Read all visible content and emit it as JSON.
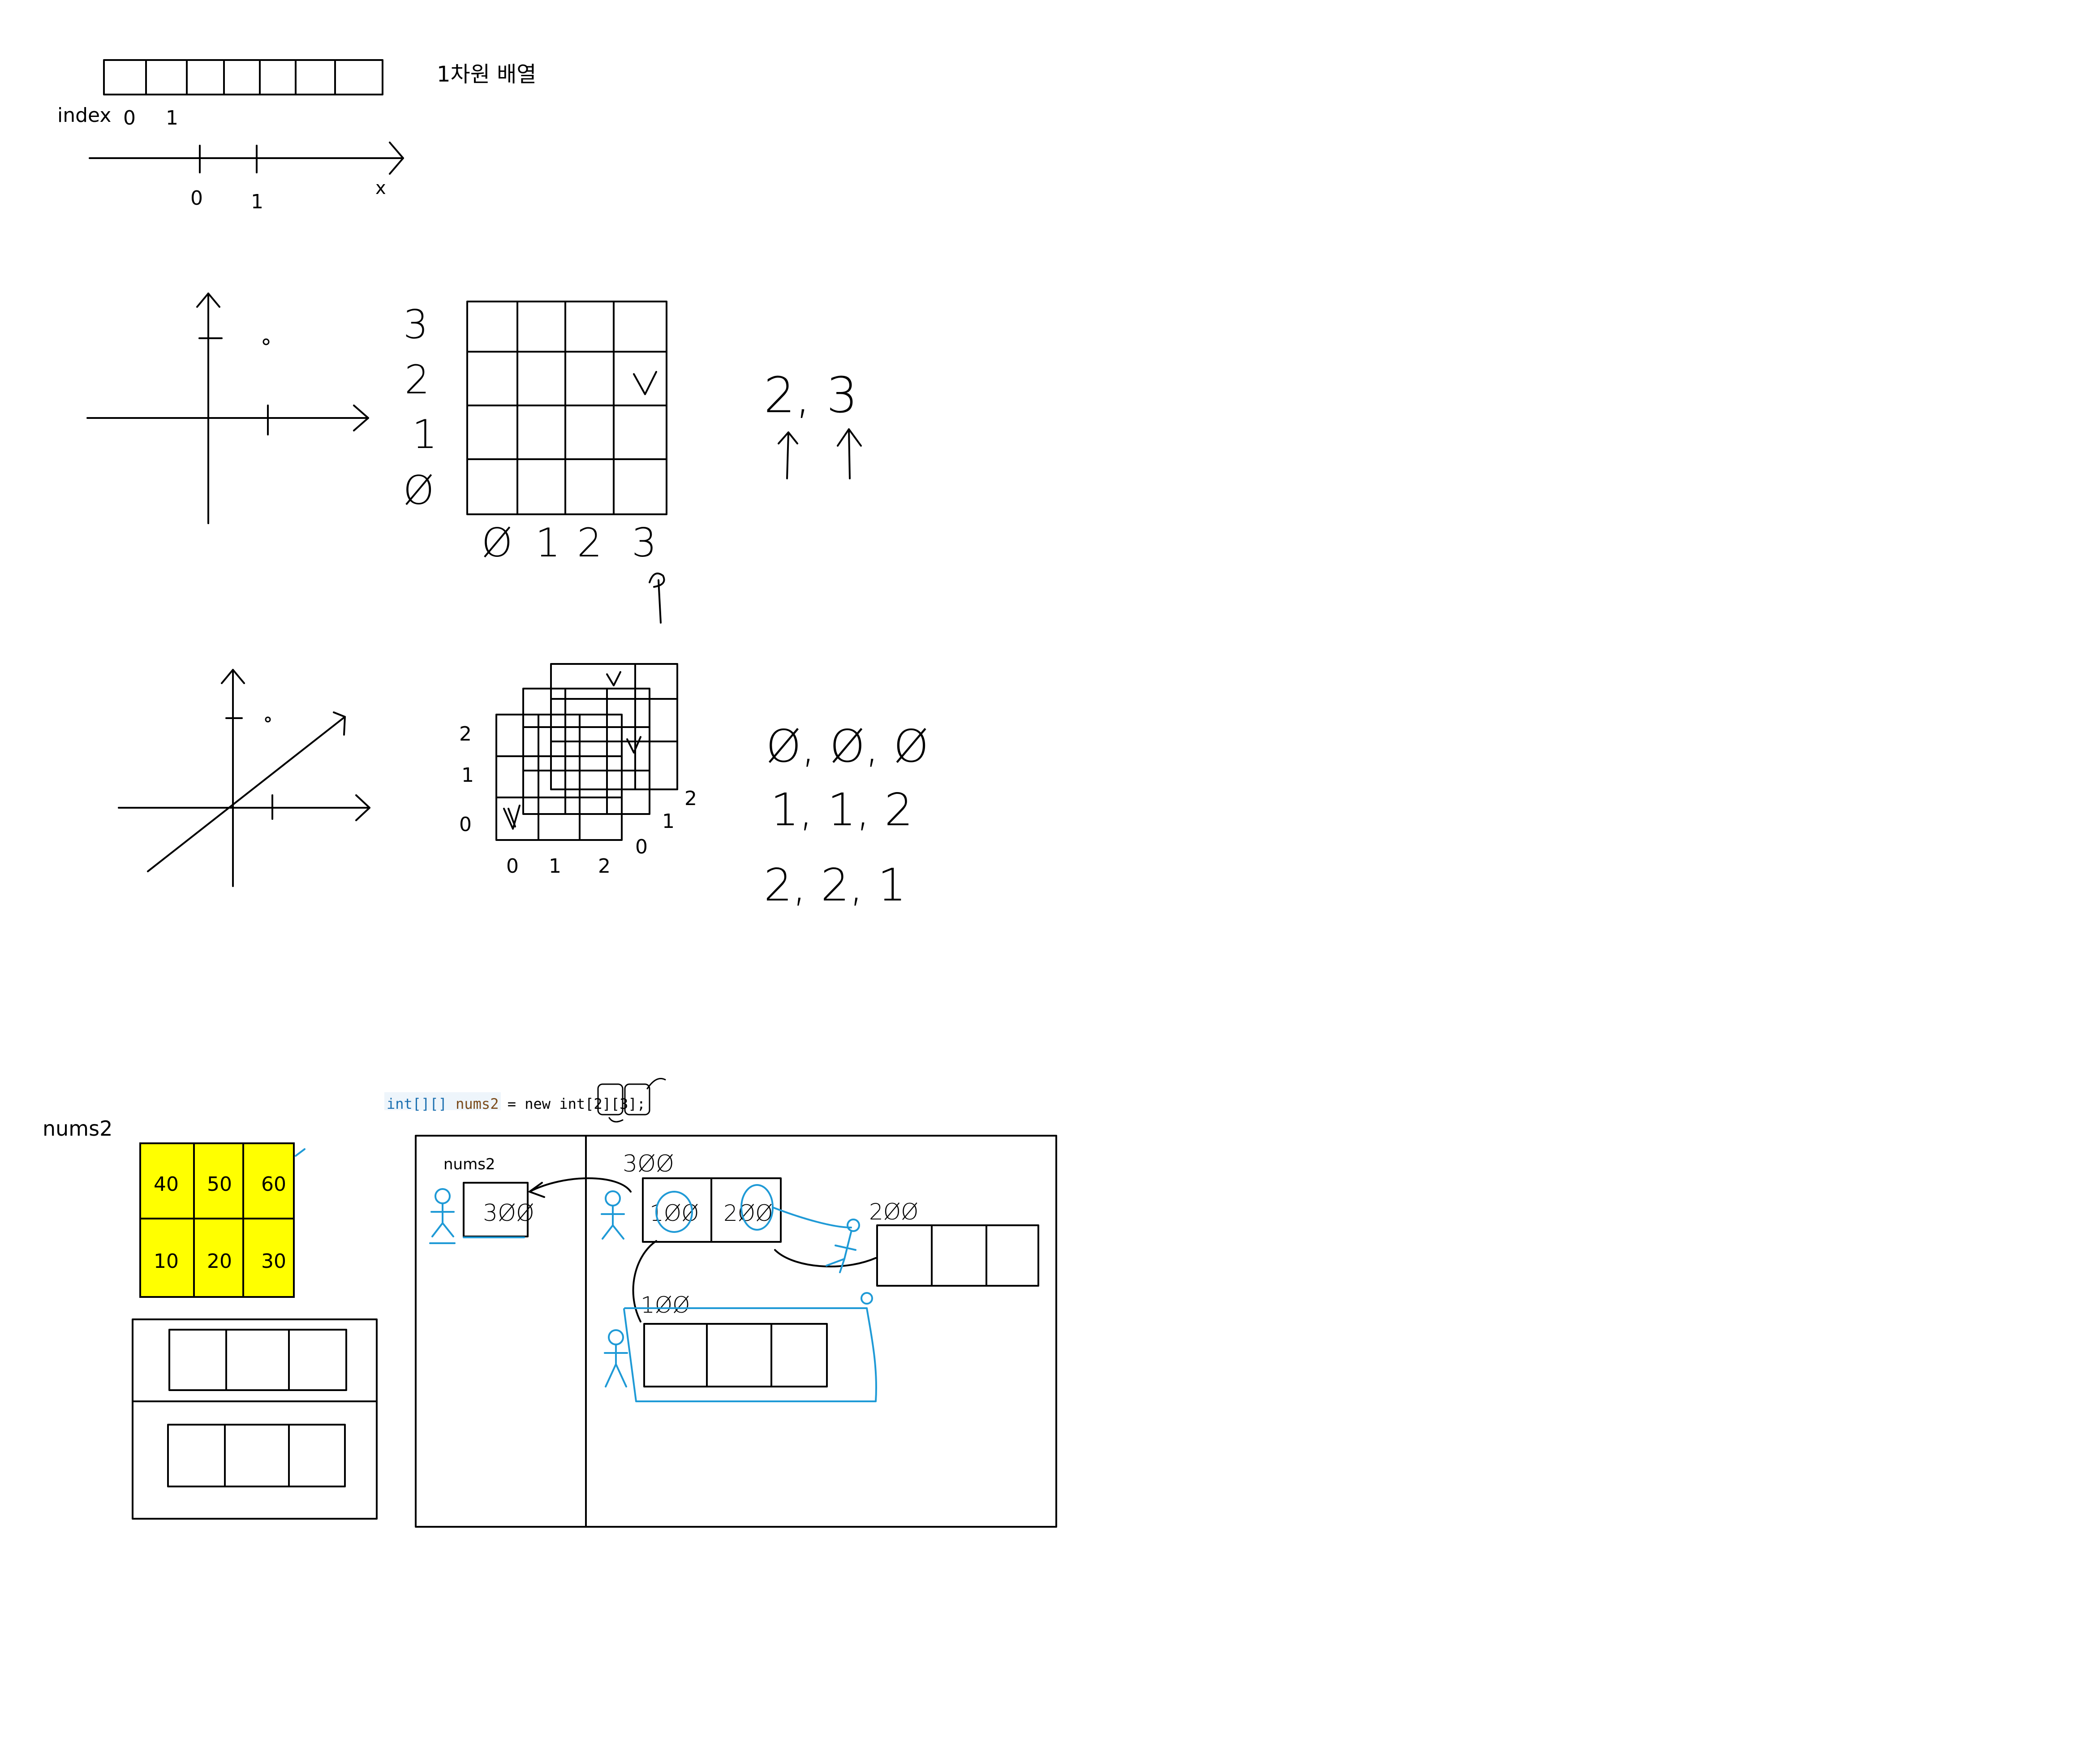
{
  "one_d": {
    "title": "1차원 배열",
    "index_label": "index",
    "index_values": [
      "0",
      "1"
    ],
    "axis_ticks": [
      "0",
      "1"
    ],
    "axis_name": "x"
  },
  "two_d": {
    "row_labels": [
      "3",
      "2",
      "1",
      "Ø"
    ],
    "col_labels": [
      "Ø",
      "1",
      "2",
      "3"
    ],
    "coord_note": "2, 3"
  },
  "three_d": {
    "y_labels": [
      "2",
      "1",
      "0"
    ],
    "x_labels": [
      "0",
      "1",
      "2"
    ],
    "z_labels": [
      "2",
      "1",
      "0"
    ],
    "coord_lines": [
      "Ø, Ø, Ø",
      "1, 1, 2",
      "2, 2, 1"
    ]
  },
  "nums2_table": {
    "label": "nums2",
    "highlight_color": "#ffff00",
    "rows": [
      [
        "40",
        "50",
        "60"
      ],
      [
        "10",
        "20",
        "30"
      ]
    ]
  },
  "code": {
    "type_kw": "int[][]",
    "var_name": "nums2",
    "rest": " = new int[2][3];",
    "colors": {
      "type_kw": "#1a6fb0",
      "var_name": "#7a4a1a"
    }
  },
  "memory": {
    "stack_var": "nums2",
    "stack_value": "3ØØ",
    "outer_addr": "3ØØ",
    "outer_cells": [
      "1ØØ",
      "2ØØ"
    ],
    "row_addr_1": "1ØØ",
    "row_addr_2": "2ØØ",
    "annotation_color": "#1f9ad6"
  }
}
